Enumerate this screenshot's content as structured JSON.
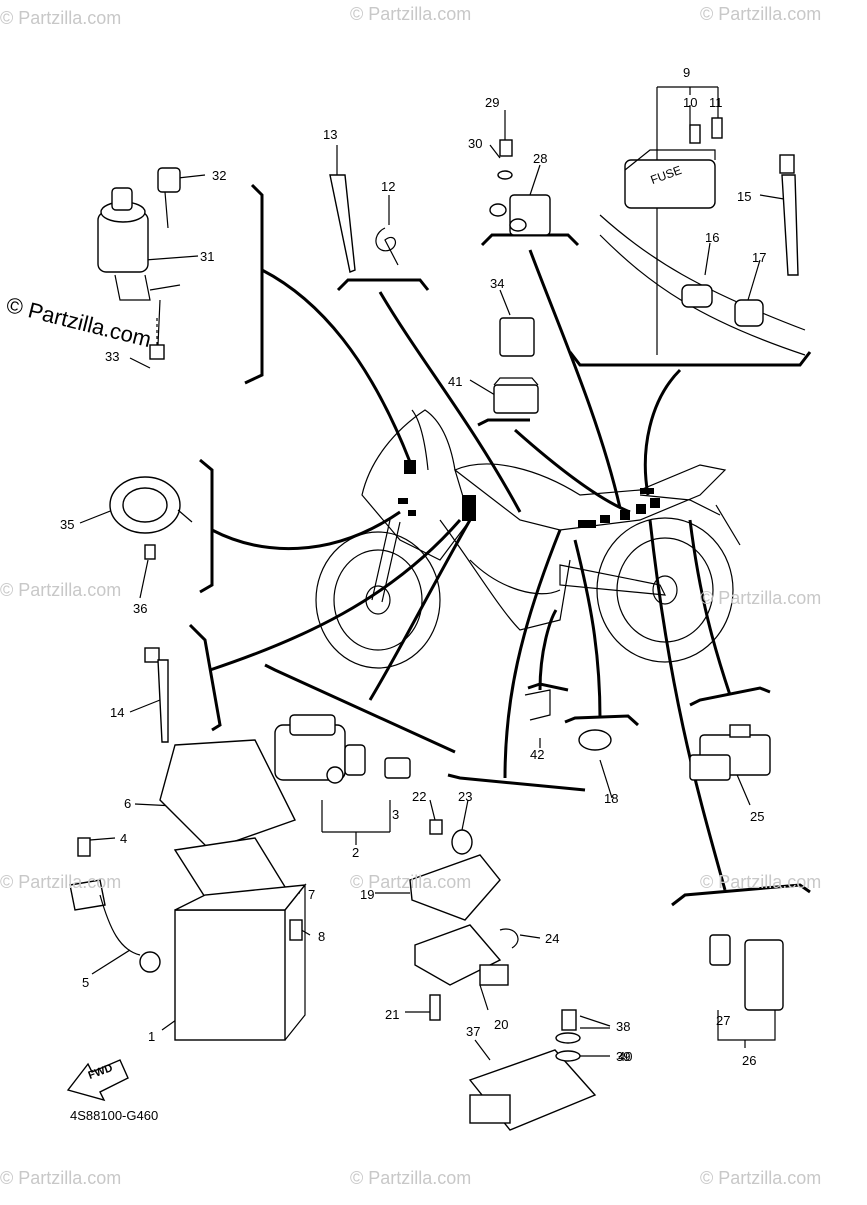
{
  "diagram": {
    "drawing_code": "4S88100-G460",
    "fwd_text": "FWD",
    "fuse_text": "FUSE",
    "watermark": "© Partzilla.com",
    "watermark_faint": "© Partzilla.com",
    "part_labels": [
      "1",
      "2",
      "3",
      "4",
      "5",
      "6",
      "7",
      "8",
      "9",
      "10",
      "11",
      "12",
      "13",
      "14",
      "15",
      "16",
      "17",
      "18",
      "19",
      "20",
      "21",
      "22",
      "23",
      "24",
      "25",
      "26",
      "27",
      "28",
      "29",
      "30",
      "31",
      "32",
      "33",
      "34",
      "35",
      "36",
      "37",
      "38",
      "39",
      "40",
      "41",
      "42"
    ]
  }
}
